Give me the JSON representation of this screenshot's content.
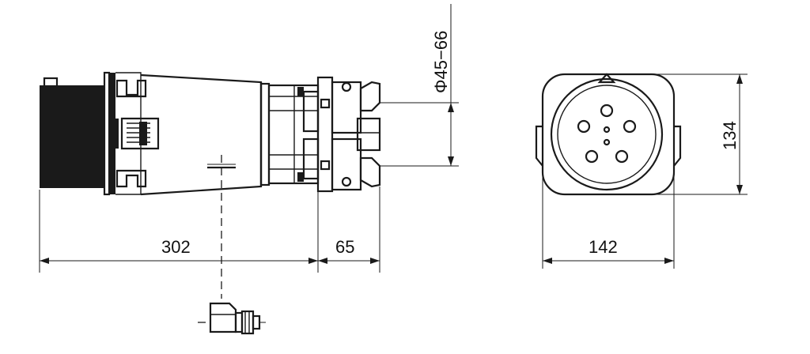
{
  "dimensions": {
    "body_length": "302",
    "rear_length": "65",
    "cable_diameter": "Φ45−66",
    "face_width": "142",
    "face_height": "134"
  },
  "colors": {
    "line": "#1a1a1a",
    "background": "#ffffff"
  }
}
